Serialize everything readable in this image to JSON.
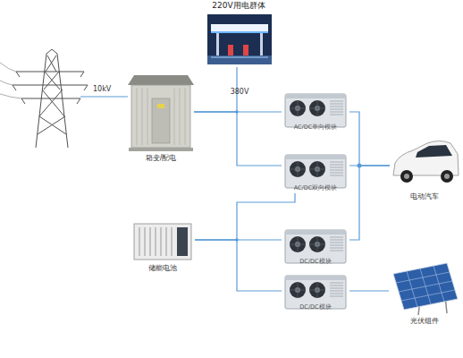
{
  "diagram": {
    "nodes": [
      {
        "text": [
          "220V用电群体"
        ]
      },
      {
        "text": [
          "箱变/配电"
        ]
      },
      {
        "text": [
          "AC/DC单向模块"
        ]
      },
      {
        "text": [
          "AC/DC双向模块"
        ]
      },
      {
        "text": [
          "电动汽车"
        ]
      },
      {
        "text": [
          "储能电池"
        ]
      },
      {
        "text": [
          "DC/DC模块"
        ]
      },
      {
        "text": [
          "DC/DC模块"
        ]
      },
      {
        "text": [
          "光伏组件"
        ]
      }
    ],
    "edges": [
      {
        "from": 1,
        "to": 2,
        "label": "380V",
        "arrow": "none"
      },
      {
        "from": 1,
        "to": 0,
        "arrow": "none"
      },
      {
        "from": 1,
        "to": 3,
        "arrow": "none"
      },
      {
        "from": 2,
        "to": 4,
        "arrow": "none"
      },
      {
        "from": 3,
        "to": 4,
        "arrow": "none"
      },
      {
        "from": 6,
        "to": 4,
        "arrow": "none"
      },
      {
        "from": 5,
        "to": 3,
        "arrow": "none"
      },
      {
        "from": 5,
        "to": 6,
        "arrow": "none"
      },
      {
        "from": 5,
        "to": 7,
        "arrow": "none"
      },
      {
        "from": 7,
        "to": 8,
        "arrow": "none"
      }
    ],
    "labels": [
      "10kV"
    ]
  }
}
